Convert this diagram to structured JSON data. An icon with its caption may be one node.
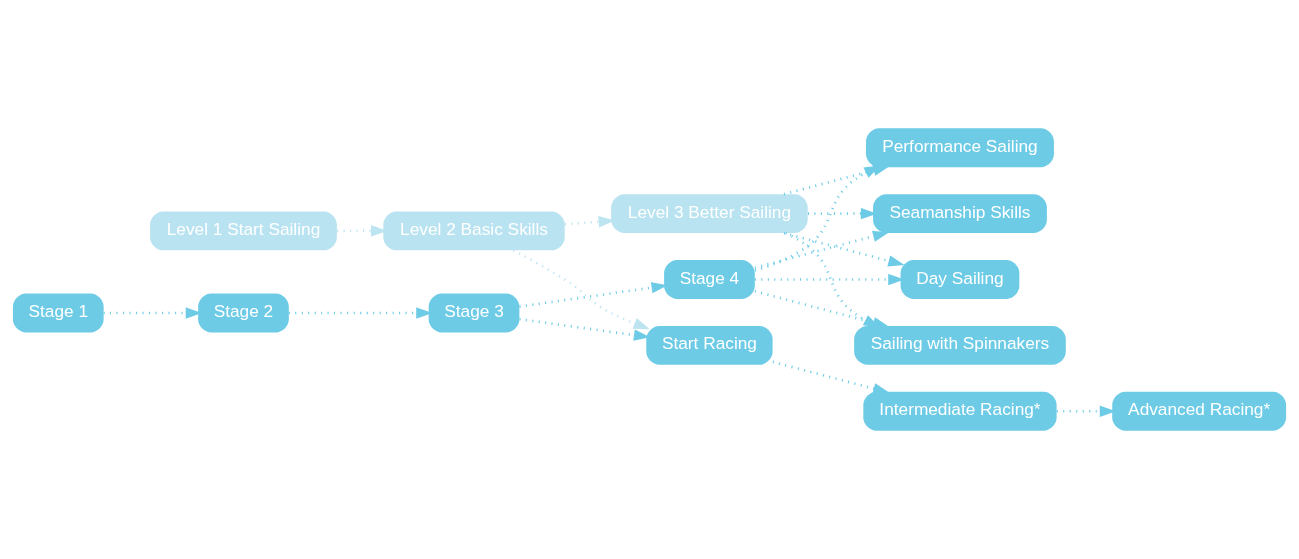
{
  "diagram": {
    "nodes": [
      {
        "text": [
          "Stage 1"
        ]
      },
      {
        "text": [
          "Stage 2"
        ]
      },
      {
        "text": [
          "Stage 3"
        ]
      },
      {
        "text": [
          "Stage 4"
        ]
      },
      {
        "text": [
          "Seamanship Skills"
        ]
      },
      {
        "text": [
          "Day Sailing"
        ]
      },
      {
        "text": [
          "Sailing with Spinnakers"
        ]
      },
      {
        "text": [
          "Performance Sailing"
        ]
      },
      {
        "text": [
          "Start Racing"
        ]
      },
      {
        "text": [
          "Intermediate Racing*"
        ]
      },
      {
        "text": [
          "Advanced Racing*"
        ]
      },
      {
        "text": [
          "Level 1 Start Sailing"
        ]
      },
      {
        "text": [
          "Level 2 Basic Skills"
        ]
      },
      {
        "text": [
          "Level 3 Better Sailing"
        ]
      }
    ],
    "edges": [
      {
        "from": 0,
        "to": 1,
        "arrow": "to"
      },
      {
        "from": 1,
        "to": 2,
        "arrow": "to"
      },
      {
        "from": 2,
        "to": 3,
        "arrow": "to"
      },
      {
        "from": 3,
        "to": 4,
        "arrow": "to"
      },
      {
        "from": 3,
        "to": 5,
        "arrow": "to"
      },
      {
        "from": 3,
        "to": 6,
        "arrow": "to"
      },
      {
        "from": 3,
        "to": 7,
        "arrow": "to"
      },
      {
        "from": 2,
        "to": 8,
        "arrow": "to"
      },
      {
        "from": 8,
        "to": 9,
        "arrow": "to"
      },
      {
        "from": 9,
        "to": 10,
        "arrow": "to"
      },
      {
        "from": 12,
        "to": 8,
        "arrow": "to",
        "color": "#bde4f1"
      },
      {
        "from": 11,
        "to": 12,
        "arrow": "to",
        "color": "#bde4f1"
      },
      {
        "from": 12,
        "to": 13,
        "arrow": "to",
        "color": "#bde4f1"
      },
      {
        "from": 13,
        "to": 4,
        "arrow": "to"
      },
      {
        "from": 13,
        "to": 5,
        "arrow": "to"
      },
      {
        "from": 13,
        "to": 6,
        "arrow": "to"
      },
      {
        "from": 13,
        "to": 7,
        "arrow": "to"
      }
    ]
  }
}
